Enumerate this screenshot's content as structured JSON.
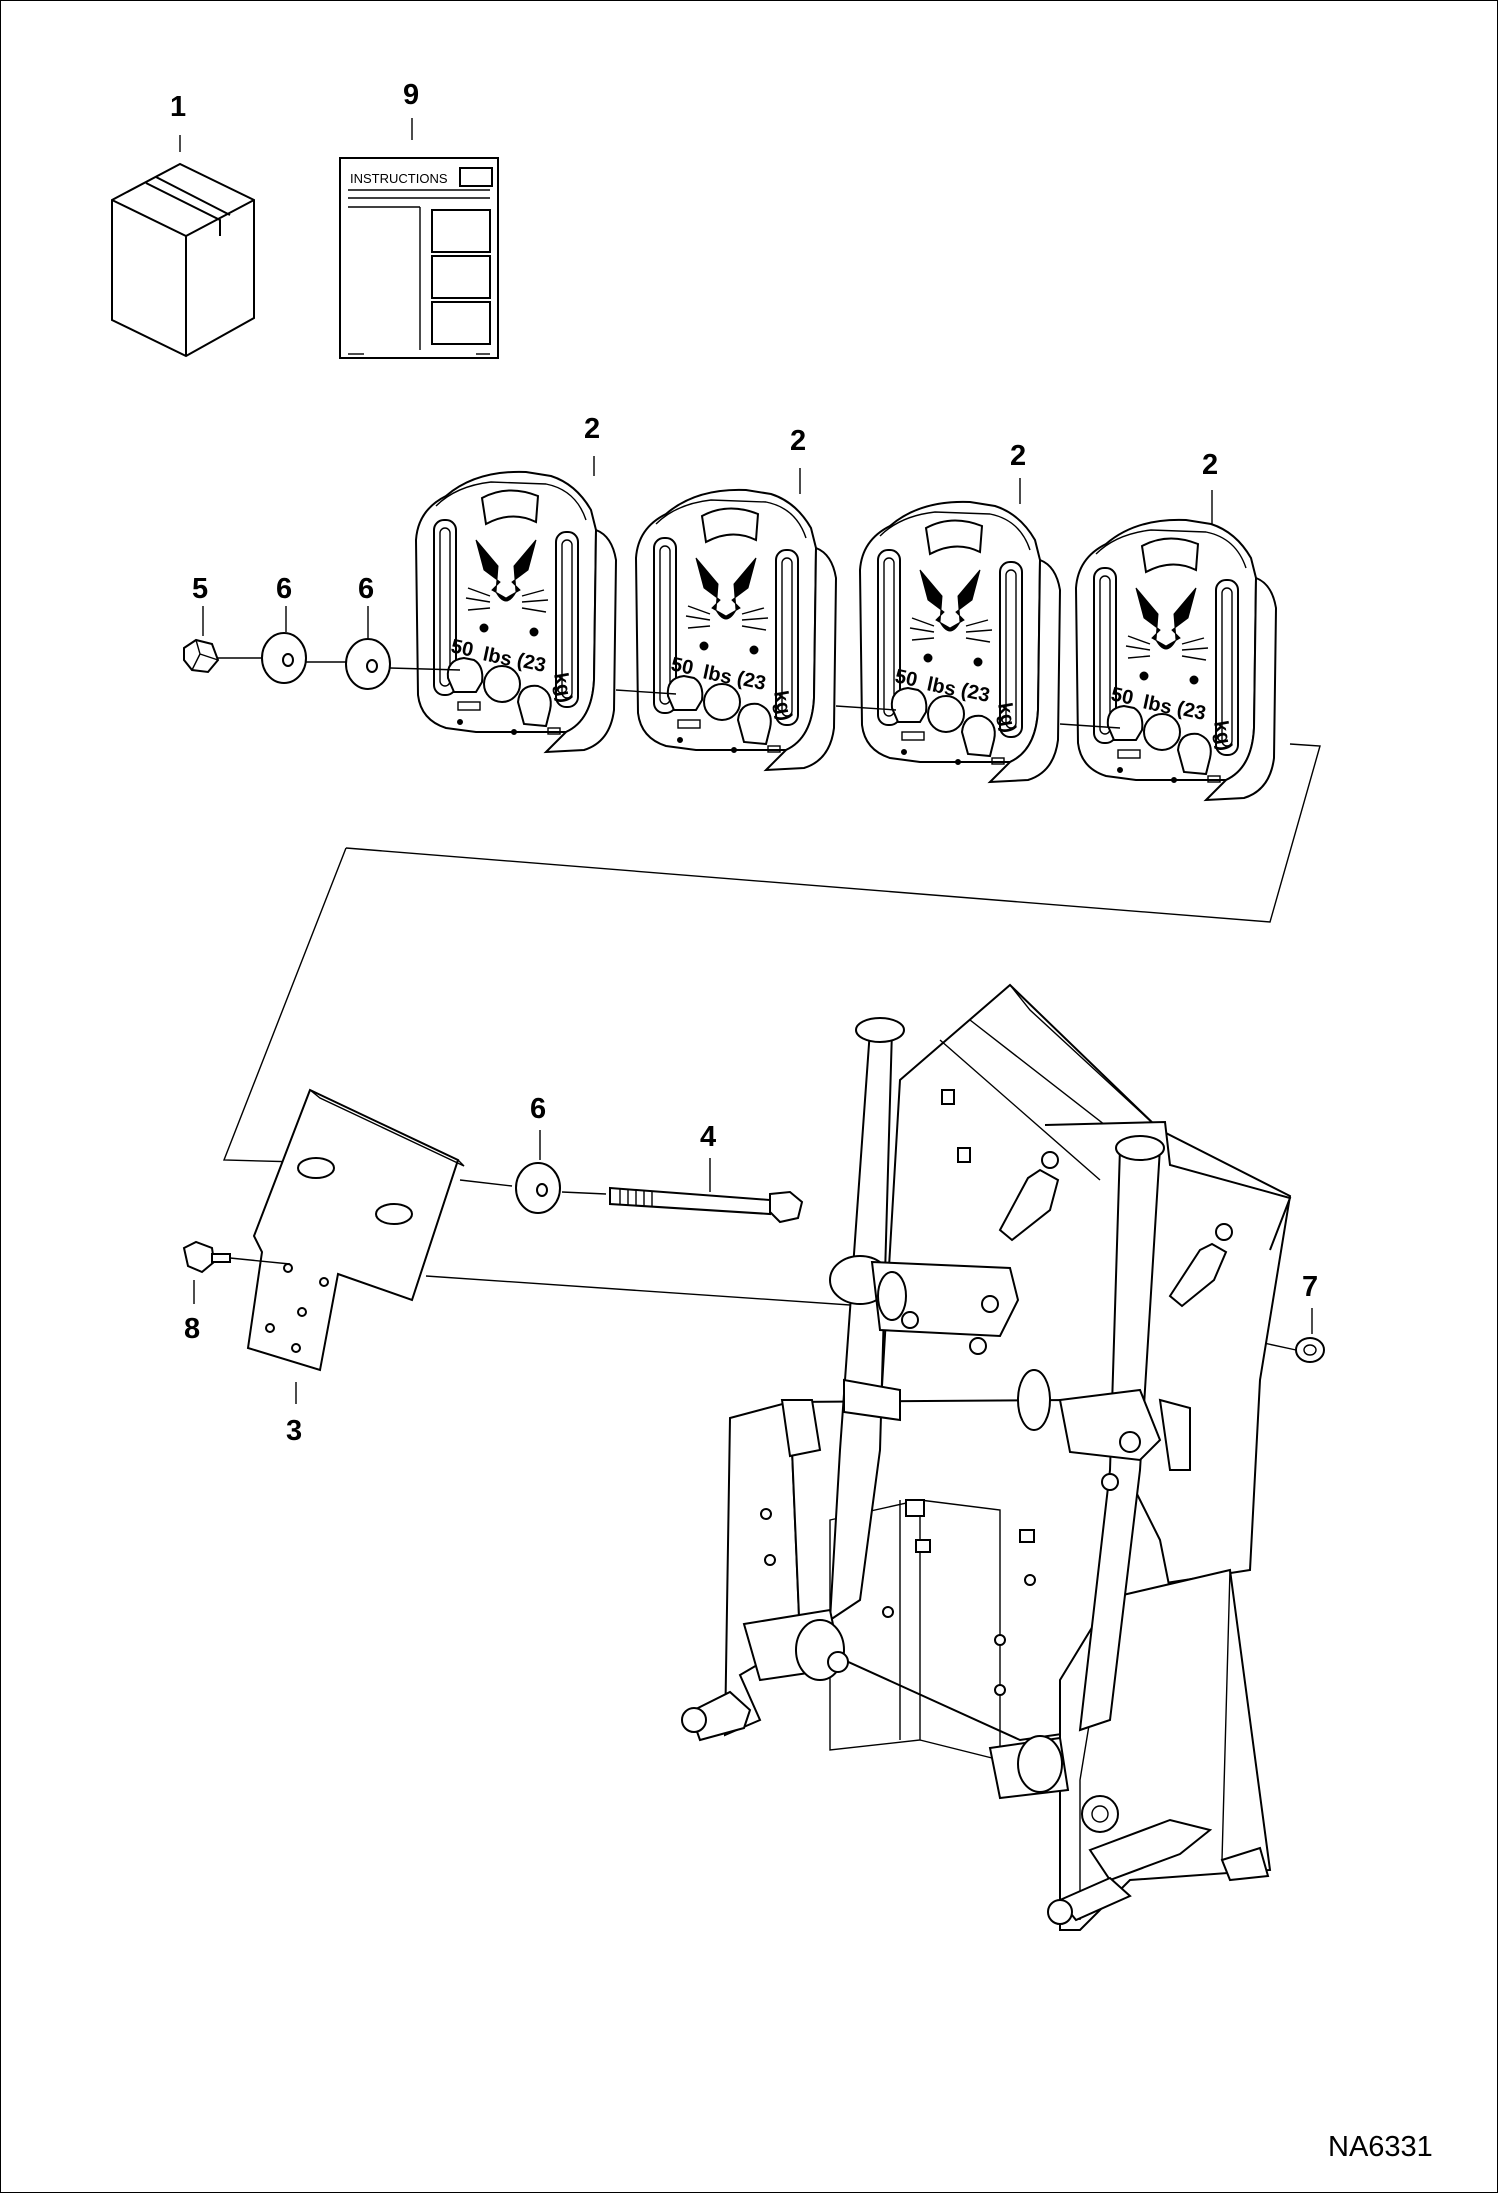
{
  "diagram": {
    "callouts": {
      "item1": "1",
      "item9": "9",
      "weight_a": "2",
      "weight_b": "2",
      "weight_c": "2",
      "weight_d": "2",
      "nut_top": "5",
      "washer_top_a": "6",
      "washer_top_b": "6",
      "washer_bottom": "6",
      "bolt": "4",
      "flange_nut": "7",
      "capscrew": "8",
      "plate": "3"
    },
    "instructions_label": "INSTRUCTIONS",
    "weight_marking": "50 lbs (23 kg)",
    "drawing_id": "NA6331"
  }
}
